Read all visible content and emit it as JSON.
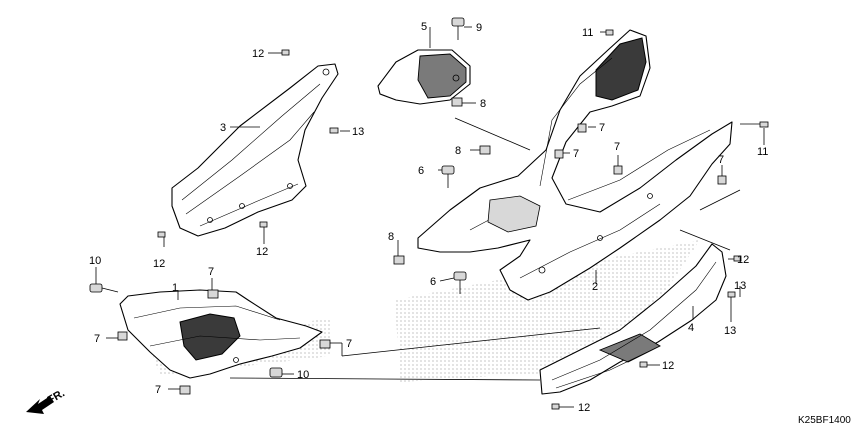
{
  "diagram_code": "K25BF1400",
  "direction_label": "FR.",
  "labels": {
    "l1": "1",
    "l2": "2",
    "l3": "3",
    "l4": "4",
    "l5": "5",
    "l6a": "6",
    "l6b": "6",
    "l7a": "7",
    "l7b": "7",
    "l7c": "7",
    "l7d": "7",
    "l7e": "7",
    "l7f": "7",
    "l7g": "7",
    "l7h": "7",
    "l8a": "8",
    "l8b": "8",
    "l8c": "8",
    "l9": "9",
    "l10a": "10",
    "l10b": "10",
    "l11a": "11",
    "l11b": "11",
    "l12a": "12",
    "l12b": "12",
    "l12c": "12",
    "l12d": "12",
    "l12e": "12",
    "l13a": "13",
    "l13b": "13",
    "l13c": "13"
  }
}
